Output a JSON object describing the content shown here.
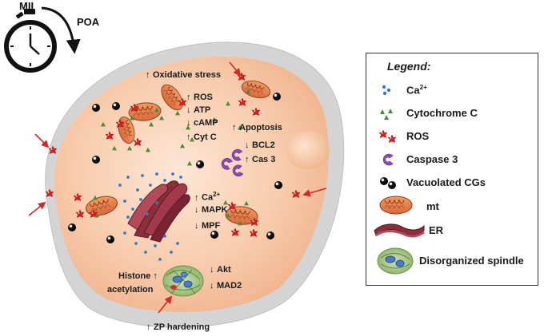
{
  "clock": {
    "mii": "MII",
    "poa": "POA"
  },
  "labels": {
    "oxidative_stress": "Oxidative stress",
    "ros": "ROS",
    "atp": "ATP",
    "camp": "cAMP",
    "cytc": "Cyt C",
    "apoptosis": "Apoptosis",
    "bcl2": "BCL2",
    "cas3": "Cas 3",
    "ca": "Ca",
    "ca_sup": "2+",
    "mapk": "MAPK",
    "mpf": "MPF",
    "histone1": "Histone",
    "histone2": "acetylation",
    "akt": "Akt",
    "mad2": "MAD2",
    "zp": "ZP hardening"
  },
  "legend": {
    "title": "Legend:",
    "items": [
      {
        "label": "Ca",
        "sup": "2+",
        "icon": "calcium-icon"
      },
      {
        "label": "Cytochrome C",
        "icon": "cytochrome-c-icon"
      },
      {
        "label": "ROS",
        "icon": "ros-icon"
      },
      {
        "label": "Caspase 3",
        "icon": "caspase-3-icon"
      },
      {
        "label": "Vacuolated CGs",
        "icon": "vacuolated-cg-icon"
      },
      {
        "label": "mt",
        "icon": "mitochondrion-icon"
      },
      {
        "label": "ER",
        "icon": "er-icon"
      },
      {
        "label": "Disorganized spindle",
        "icon": "spindle-icon"
      }
    ]
  },
  "colors": {
    "cytoplasm": "#f6c9a8",
    "zona": "#d9d9d9",
    "mito": "#e8834e",
    "er": "#8b2e3c",
    "ros": "#e0191b",
    "calcium": "#3a78c3",
    "cytc": "#4d8a3a",
    "caspase": "#8a4ab8",
    "arrow": "#d62626"
  }
}
